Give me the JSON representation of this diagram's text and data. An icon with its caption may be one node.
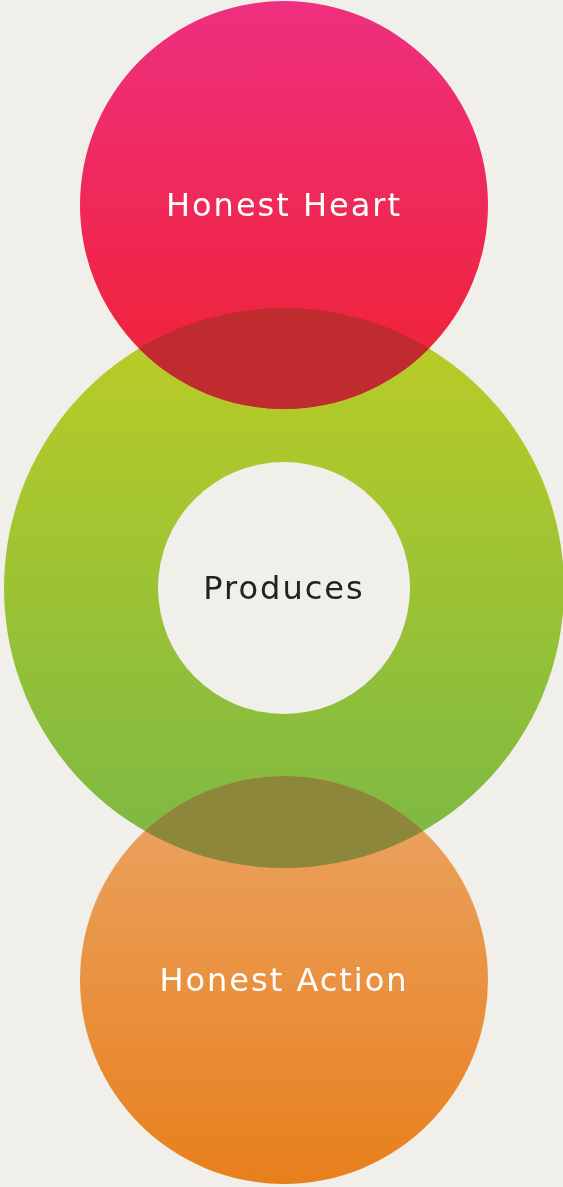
{
  "diagram": {
    "nodes": [
      {
        "text": [
          "Honest Heart"
        ]
      },
      {
        "text": [
          "Produces"
        ]
      },
      {
        "text": [
          "Honest Action"
        ]
      }
    ],
    "edges": []
  }
}
